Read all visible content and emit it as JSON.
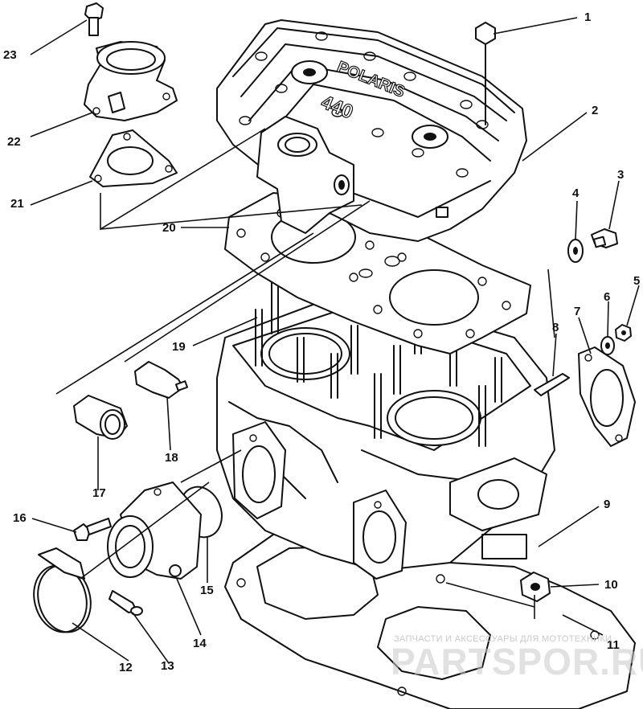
{
  "diagram": {
    "callouts": [
      {
        "num": "1"
      },
      {
        "num": "2"
      },
      {
        "num": "3"
      },
      {
        "num": "4"
      },
      {
        "num": "5"
      },
      {
        "num": "6"
      },
      {
        "num": "7"
      },
      {
        "num": "8"
      },
      {
        "num": "9"
      },
      {
        "num": "10"
      },
      {
        "num": "11"
      },
      {
        "num": "12"
      },
      {
        "num": "13"
      },
      {
        "num": "14"
      },
      {
        "num": "15"
      },
      {
        "num": "16"
      },
      {
        "num": "17"
      },
      {
        "num": "18"
      },
      {
        "num": "19"
      },
      {
        "num": "20"
      },
      {
        "num": "21"
      },
      {
        "num": "22"
      },
      {
        "num": "23"
      }
    ],
    "cover_brand": "POLARIS",
    "cover_model": "440"
  },
  "watermark": {
    "line1": "ЗАПЧАСТИ И АКСЕССУАРЫ ДЛЯ МОТОТЕХНИКИ",
    "logo": "PARTSPOR.RU"
  }
}
